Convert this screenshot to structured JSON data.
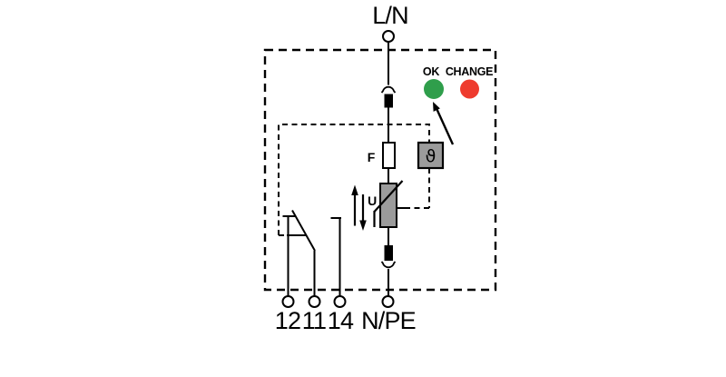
{
  "schematic": {
    "top_terminal_label": "L/N",
    "bottom_terminal_labels": [
      "12",
      "11",
      "14",
      "N/PE"
    ],
    "fuse_label": "F",
    "voltage_label": "U",
    "thermal_monitor_symbol": "ϑ",
    "status_leds": [
      {
        "label": "OK",
        "color": "#2F9E4B"
      },
      {
        "label": "CHANGE",
        "color": "#EE3B2E"
      }
    ],
    "colors": {
      "line": "#000000",
      "component_fill": "#9B9B9B",
      "background": "#FFFFFF"
    }
  }
}
